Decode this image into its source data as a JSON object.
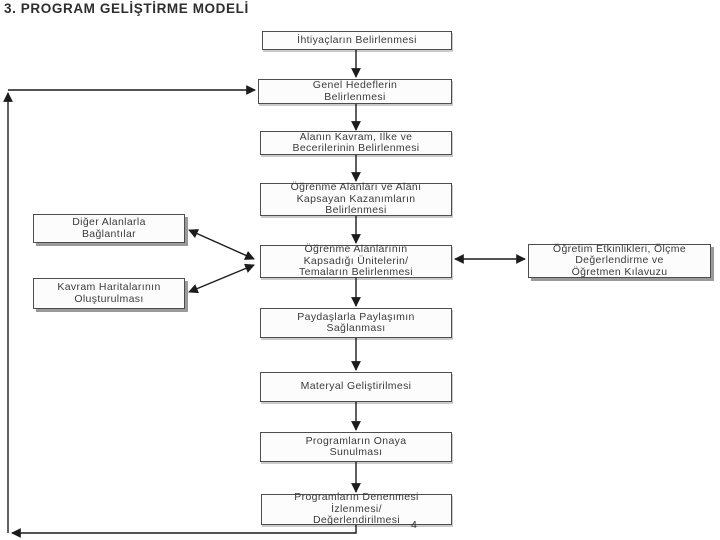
{
  "page": {
    "title": "3. PROGRAM GELİŞTİRME MODELİ",
    "page_number": "4"
  },
  "colors": {
    "background": "#ffffff",
    "box_border": "#4d4d4d",
    "box_fill": "#fcfcfc",
    "text": "#3b3b3b",
    "connector_line": "#1c1c1c",
    "satellite_shadow": "#9a9a9a"
  },
  "flowchart": {
    "main_nodes": [
      {
        "label": "İhtiyaçların Belirlenmesi"
      },
      {
        "label": "Genel Hedeflerin\nBelirlenmesi"
      },
      {
        "label": "Alanın Kavram, İlke ve\nBecerilerinin Belirlenmesi"
      },
      {
        "label": "Öğrenme Alanları ve Alanı\nKapsayan Kazanımların\nBelirlenmesi"
      },
      {
        "label": "Öğrenme Alanlarının\nKapsadığı Ünitelerin/\nTemaların Belirlenmesi"
      },
      {
        "label": "Paydaşlarla Paylaşımın\nSağlanması"
      },
      {
        "label": "Materyal Geliştirilmesi"
      },
      {
        "label": "Programların Onaya\nSunulması"
      },
      {
        "label": "Programların Denenmesi\nİzlenmesi/\nDeğerlendirilmesi"
      }
    ],
    "left_nodes": [
      {
        "label": "Diğer Alanlarla\nBağlantılar"
      },
      {
        "label": "Kavram Haritalarının\nOluşturulması"
      }
    ],
    "right_nodes": [
      {
        "label": "Öğretim Etkinlikleri, Ölçme\nDeğerlendirme ve\nÖğretmen Kılavuzu"
      }
    ]
  }
}
